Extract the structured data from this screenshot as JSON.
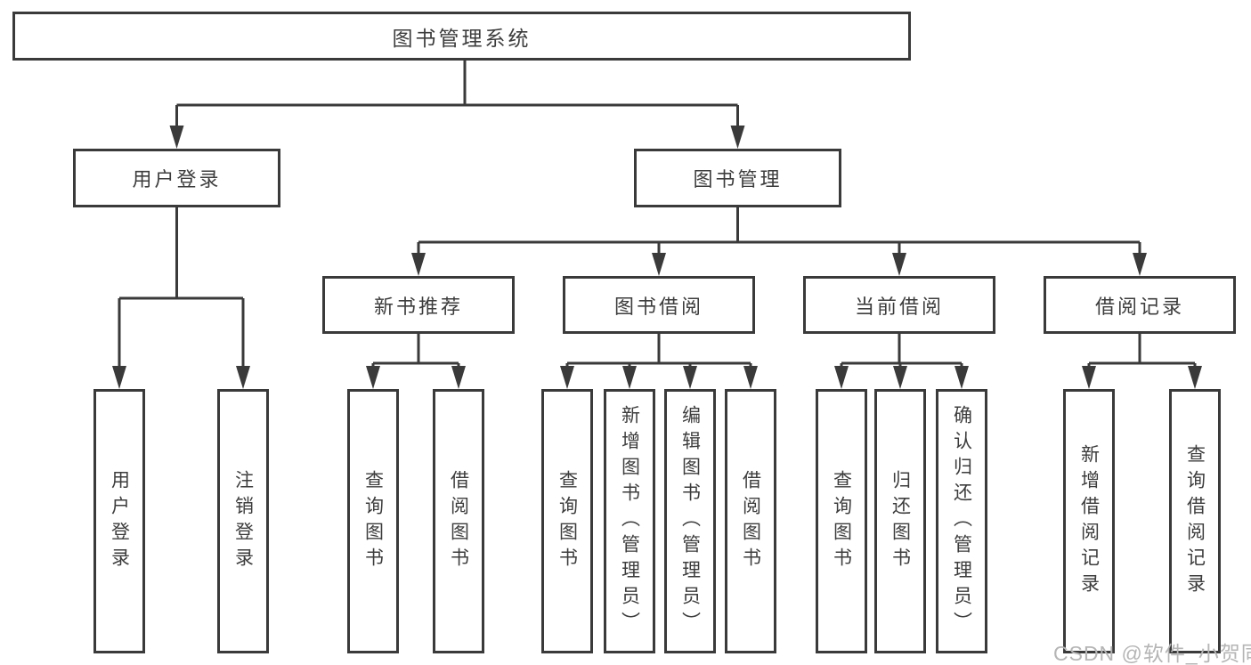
{
  "diagram": {
    "root": {
      "label": "图书管理系统"
    },
    "level1": [
      {
        "label": "用户登录"
      },
      {
        "label": "图书管理"
      }
    ],
    "level2": [
      {
        "label": "新书推荐"
      },
      {
        "label": "图书借阅"
      },
      {
        "label": "当前借阅"
      },
      {
        "label": "借阅记录"
      }
    ],
    "leaf_groups": [
      {
        "items": [
          {
            "label": "用户登录"
          },
          {
            "label": "注销登录"
          }
        ]
      },
      {
        "items": [
          {
            "label": "查询图书"
          },
          {
            "label": "借阅图书"
          }
        ]
      },
      {
        "items": [
          {
            "label": "查询图书"
          },
          {
            "label": "新增图书（管理员）"
          },
          {
            "label": "编辑图书（管理员）"
          },
          {
            "label": "借阅图书"
          }
        ]
      },
      {
        "items": [
          {
            "label": "查询图书"
          },
          {
            "label": "归还图书"
          },
          {
            "label": "确认归还（管理员）"
          }
        ]
      },
      {
        "items": [
          {
            "label": "新增借阅记录"
          },
          {
            "label": "查询借阅记录"
          }
        ]
      }
    ],
    "watermark": "CSDN @软件_小贺同学",
    "colors": {
      "line": "#3a3a3a",
      "text": "#3d3d3d",
      "watermark": "#b5b5b5",
      "background": "#ffffff"
    }
  }
}
